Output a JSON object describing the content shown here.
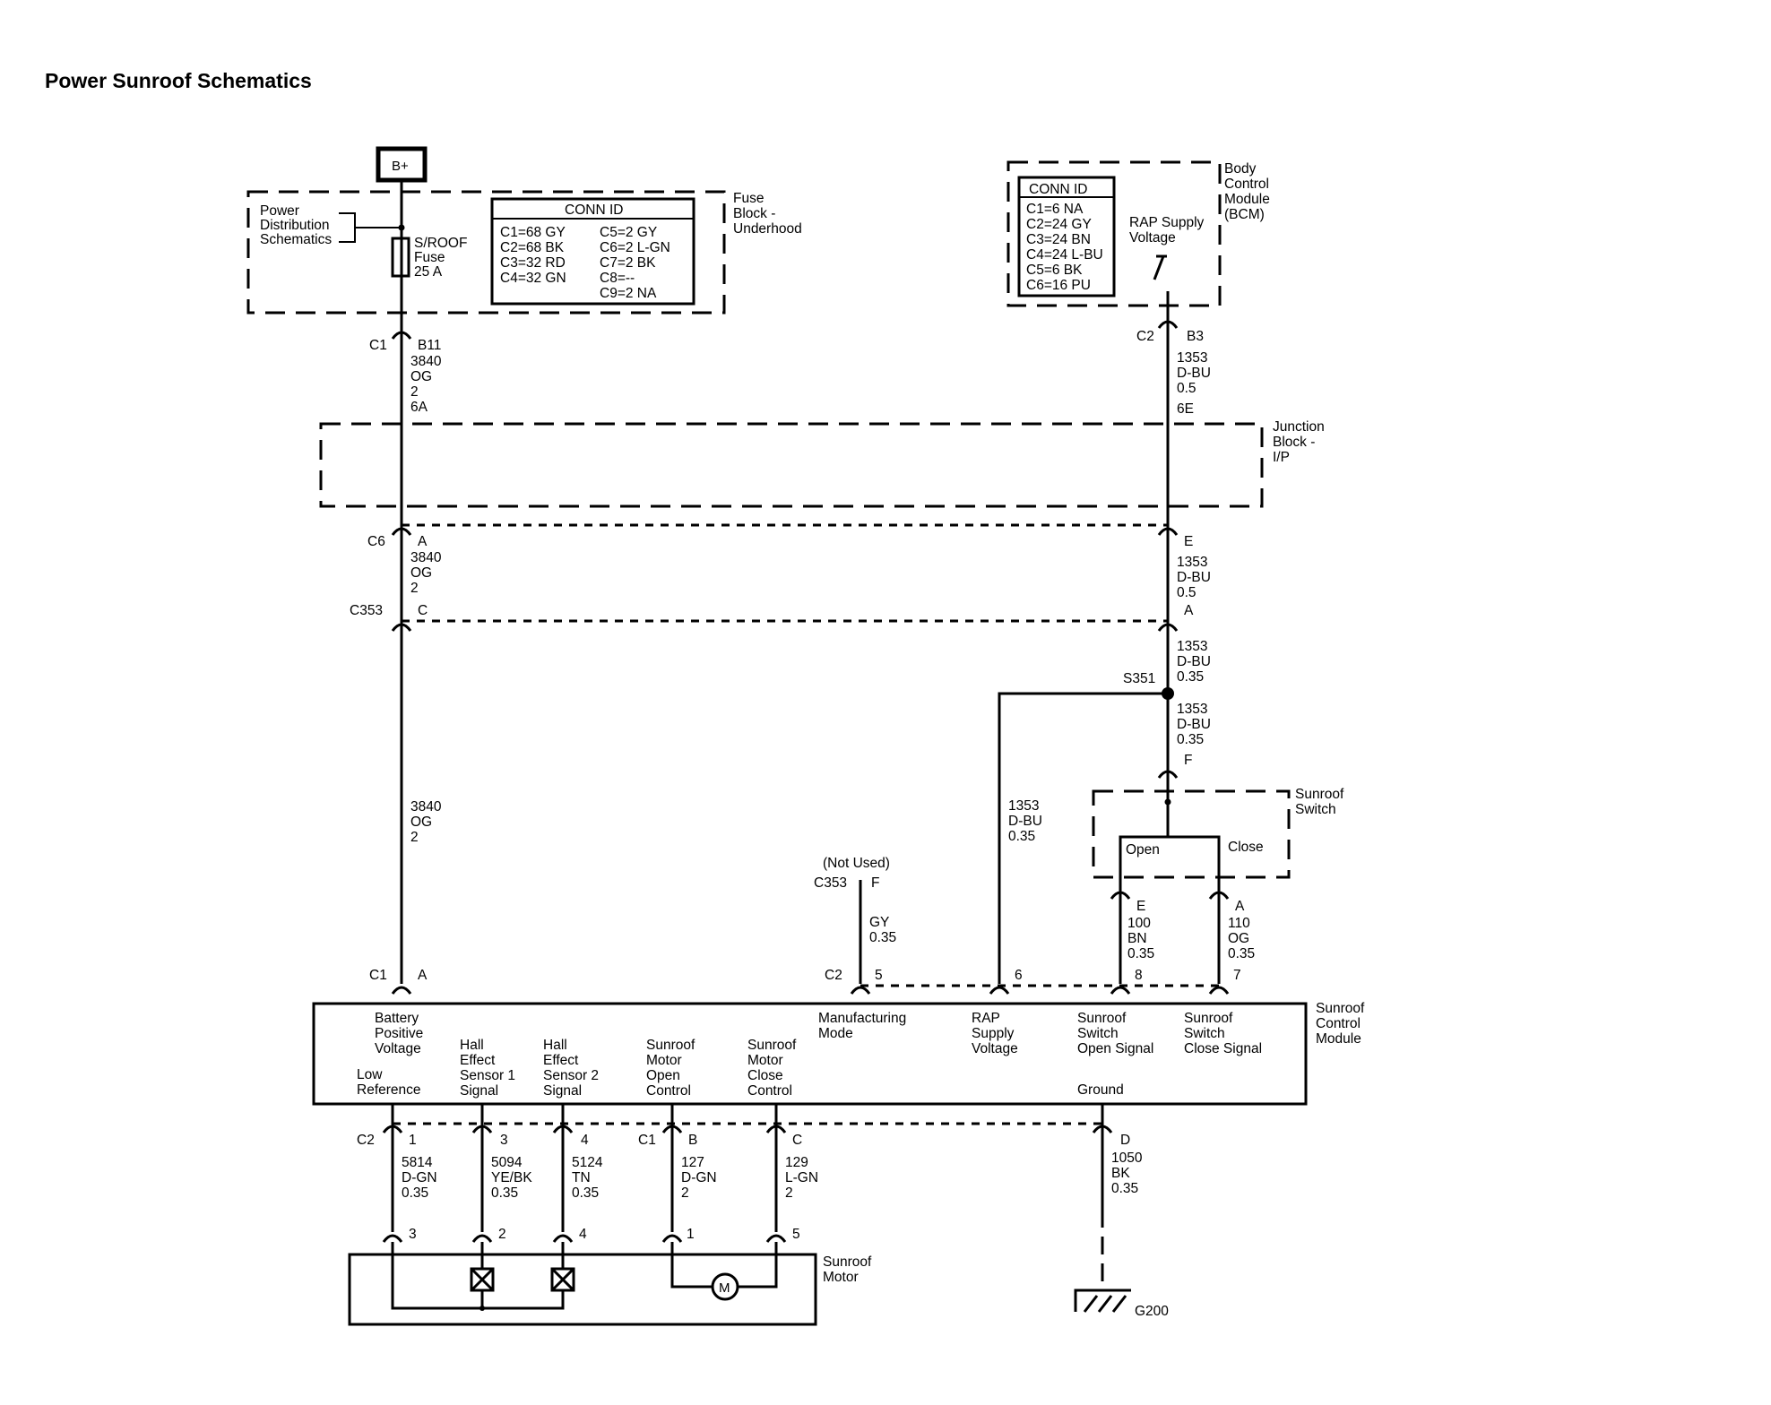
{
  "title": "Power Sunroof Schematics",
  "bplus": "B+",
  "fuse_block": {
    "label": [
      "Fuse",
      "Block -",
      "Underhood"
    ],
    "pds": [
      "Power",
      "Distribution",
      "Schematics"
    ],
    "fuse": [
      "S/ROOF",
      "Fuse",
      "25 A"
    ],
    "conn_title": "CONN ID",
    "conn_left": [
      "C1=68 GY",
      "C2=68 BK",
      "C3=32 RD",
      "C4=32 GN"
    ],
    "conn_right": [
      "C5=2 GY",
      "C6=2 L-GN",
      "C7=2 BK",
      "C8=--",
      "C9=2 NA"
    ]
  },
  "bcm": {
    "label": [
      "Body",
      "Control",
      "Module",
      "(BCM)"
    ],
    "conn_title": "CONN ID",
    "conn": [
      "C1=6 NA",
      "C2=24 GY",
      "C3=24 BN",
      "C4=24 L-BU",
      "C5=6 BK",
      "C6=16 PU"
    ],
    "rap": [
      "RAP Supply",
      "Voltage"
    ]
  },
  "junction": {
    "label": [
      "Junction",
      "Block -",
      "I/P"
    ]
  },
  "left_wire": {
    "c1": "C1",
    "b11": "B11",
    "spec1": [
      "3840",
      "OG",
      "2",
      "6A"
    ],
    "c6": "C6",
    "pin_a": "A",
    "spec2": [
      "3840",
      "OG",
      "2"
    ],
    "c353": "C353",
    "pin_c": "C",
    "spec3": [
      "3840",
      "OG",
      "2"
    ]
  },
  "right_wire": {
    "c2": "C2",
    "b3": "B3",
    "spec1": [
      "1353",
      "D-BU",
      "0.5",
      "6E"
    ],
    "pin_e": "E",
    "spec2": [
      "1353",
      "D-BU",
      "0.5"
    ],
    "pin_a": "A",
    "spec3": [
      "1353",
      "D-BU",
      "0.35"
    ],
    "splice": "S351",
    "spec4": [
      "1353",
      "D-BU",
      "0.35"
    ],
    "pin_f": "F"
  },
  "rap_wire": {
    "spec": [
      "1353",
      "D-BU",
      "0.35"
    ]
  },
  "not_used": {
    "note": "(Not Used)",
    "conn": "C353",
    "pin": "F",
    "spec": [
      "GY",
      "0.35"
    ]
  },
  "sunroof_switch": {
    "label": [
      "Sunroof",
      "Switch"
    ],
    "open": "Open",
    "close": "Close",
    "open_wire": {
      "pin": "E",
      "spec": [
        "100",
        "BN",
        "0.35"
      ]
    },
    "close_wire": {
      "pin": "A",
      "spec": [
        "110",
        "OG",
        "0.35"
      ]
    }
  },
  "module": {
    "label": [
      "Sunroof",
      "Control",
      "Module"
    ],
    "top_c1": "C1",
    "top_a": "A",
    "top_c2": "C2",
    "top_pins": [
      "5",
      "6",
      "8",
      "7"
    ],
    "battery": [
      "Battery",
      "Positive",
      "Voltage"
    ],
    "low_ref": [
      "Low",
      "Reference"
    ],
    "hall1": [
      "Hall",
      "Effect",
      "Sensor 1",
      "Signal"
    ],
    "hall2": [
      "Hall",
      "Effect",
      "Sensor 2",
      "Signal"
    ],
    "motor_open": [
      "Sunroof",
      "Motor",
      "Open",
      "Control"
    ],
    "motor_close": [
      "Sunroof",
      "Motor",
      "Close",
      "Control"
    ],
    "manufacturing": [
      "Manufacturing",
      "Mode"
    ],
    "rap": [
      "RAP",
      "Supply",
      "Voltage"
    ],
    "open_signal": [
      "Sunroof",
      "Switch",
      "Open Signal"
    ],
    "close_signal": [
      "Sunroof",
      "Switch",
      "Close Signal"
    ],
    "ground": "Ground"
  },
  "bottom": {
    "c2": "C2",
    "c1": "C1",
    "pins_top": [
      "1",
      "3",
      "4",
      "B",
      "C",
      "D"
    ],
    "wire1": [
      "5814",
      "D-GN",
      "0.35"
    ],
    "wire2": [
      "5094",
      "YE/BK",
      "0.35"
    ],
    "wire3": [
      "5124",
      "TN",
      "0.35"
    ],
    "wire4": [
      "127",
      "D-GN",
      "2"
    ],
    "wire5": [
      "129",
      "L-GN",
      "2"
    ],
    "wire6": [
      "1050",
      "BK",
      "0.35"
    ],
    "pins_motor": [
      "3",
      "2",
      "4",
      "1",
      "5"
    ],
    "ground_label": "G200"
  },
  "motor": {
    "label": [
      "Sunroof",
      "Motor"
    ],
    "symbol": "M"
  }
}
